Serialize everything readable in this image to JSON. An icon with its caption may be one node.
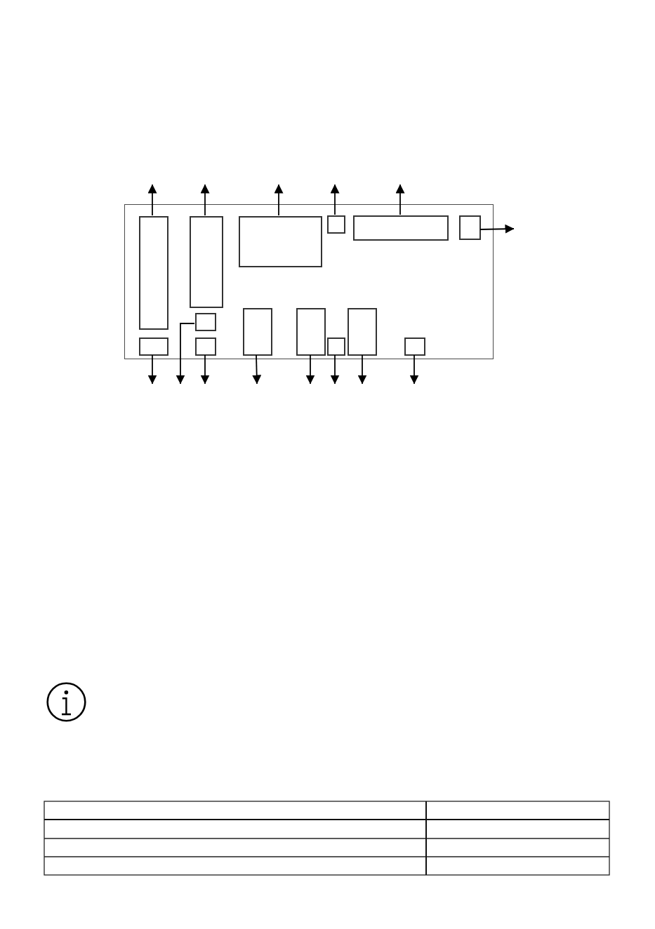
{
  "diagram": {
    "nodes": [
      {
        "text": [],
        "shape": "box"
      },
      {
        "text": [],
        "shape": "box",
        "in": 0
      },
      {
        "text": [],
        "shape": "box",
        "in": 0
      },
      {
        "text": [],
        "shape": "box",
        "in": 0
      },
      {
        "text": [],
        "shape": "box",
        "in": 0
      },
      {
        "text": [],
        "shape": "box",
        "in": 0
      },
      {
        "text": [],
        "shape": "box",
        "in": 0
      },
      {
        "text": [],
        "shape": "box",
        "in": 0
      },
      {
        "text": [],
        "shape": "box",
        "in": 0
      },
      {
        "text": [],
        "shape": "box",
        "in": 0
      },
      {
        "text": [],
        "shape": "box",
        "in": 0
      },
      {
        "text": [],
        "shape": "box",
        "in": 0
      },
      {
        "text": [],
        "shape": "box",
        "in": 0
      },
      {
        "text": [],
        "shape": "box",
        "in": 0
      },
      {
        "text": [],
        "shape": "box",
        "in": 0
      }
    ],
    "edges": [
      {
        "from": 1,
        "to": null,
        "arrow": "to"
      },
      {
        "from": 2,
        "to": null,
        "arrow": "to"
      },
      {
        "from": 3,
        "to": null,
        "arrow": "to"
      },
      {
        "from": 4,
        "to": null,
        "arrow": "to"
      },
      {
        "from": 5,
        "to": null,
        "arrow": "to"
      },
      {
        "from": 6,
        "to": null,
        "arrow": "to"
      },
      {
        "from": 11,
        "to": null,
        "arrow": "to"
      },
      {
        "from": 7,
        "to": null,
        "arrow": "to"
      },
      {
        "from": 12,
        "to": null,
        "arrow": "to"
      },
      {
        "from": 8,
        "to": null,
        "arrow": "to"
      },
      {
        "from": 9,
        "to": null,
        "arrow": "to"
      },
      {
        "from": 13,
        "to": null,
        "arrow": "to"
      },
      {
        "from": 10,
        "to": null,
        "arrow": "to"
      },
      {
        "from": 14,
        "to": null,
        "arrow": "to"
      }
    ]
  }
}
